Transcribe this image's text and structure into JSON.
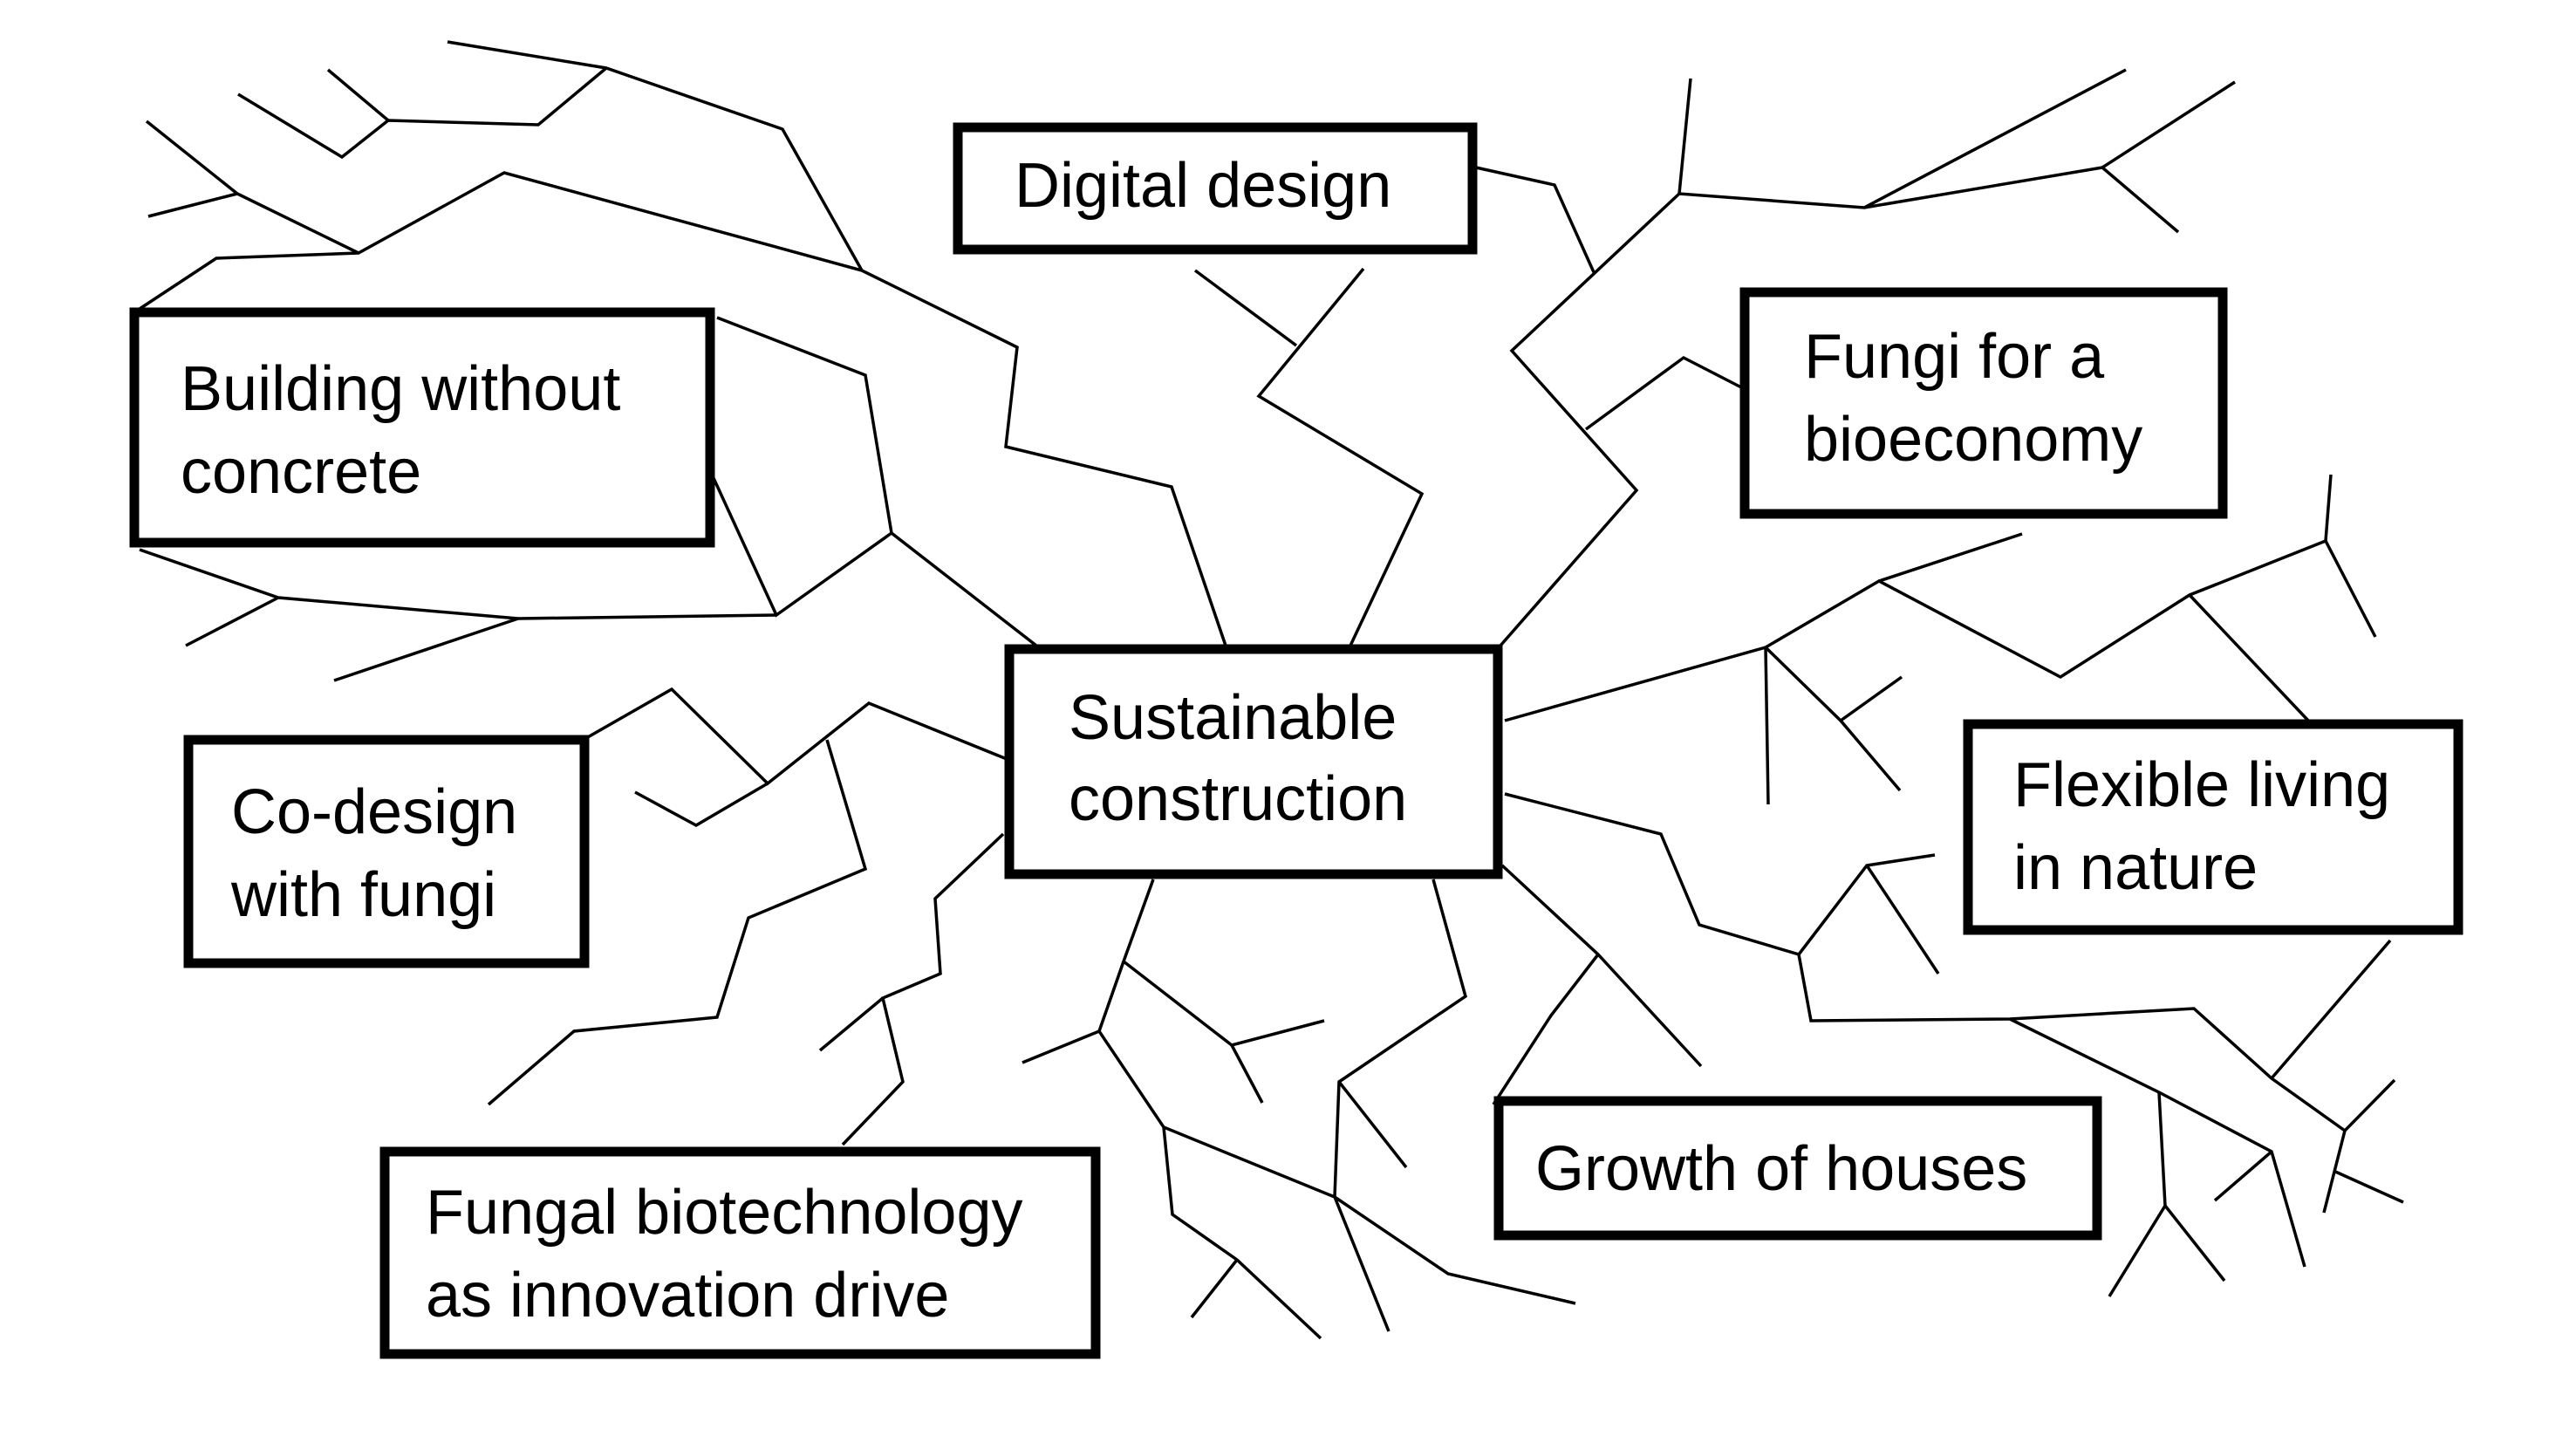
{
  "diagram": {
    "center": {
      "lines": [
        "Sustainable",
        "construction"
      ]
    },
    "nodes": [
      {
        "id": "digital-design",
        "lines": [
          "Digital design"
        ]
      },
      {
        "id": "building-without-concrete",
        "lines": [
          "Building without",
          "concrete"
        ]
      },
      {
        "id": "fungi-for-a-bioeconomy",
        "lines": [
          "Fungi for a",
          "bioeconomy"
        ]
      },
      {
        "id": "co-design-with-fungi",
        "lines": [
          "Co-design",
          "with fungi"
        ]
      },
      {
        "id": "flexible-living-in-nature",
        "lines": [
          "Flexible living",
          "in nature"
        ]
      },
      {
        "id": "growth-of-houses",
        "lines": [
          "Growth of houses"
        ]
      },
      {
        "id": "fungal-biotechnology",
        "lines": [
          "Fungal biotechnology",
          "as innovation drive"
        ]
      }
    ],
    "colors": {
      "line": "#000000",
      "box_border": "#000000",
      "background": "#ffffff",
      "text": "#000000"
    },
    "style": "hand-drawn mycelium branches radiating from central box"
  }
}
